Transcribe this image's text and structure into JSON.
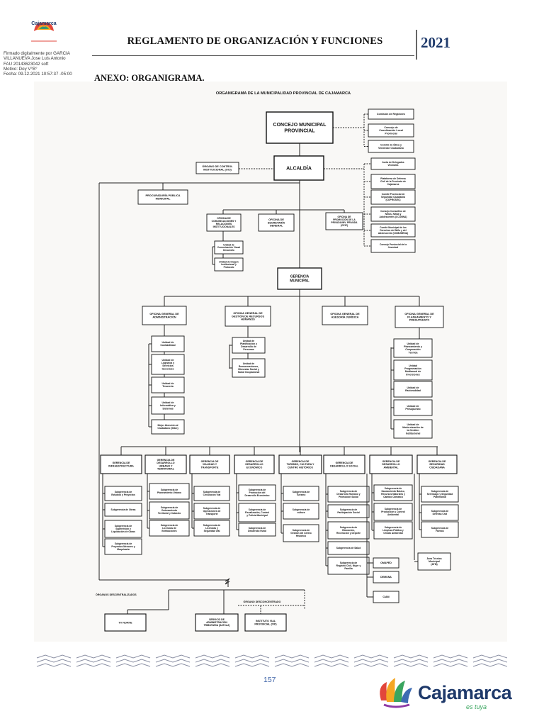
{
  "header": {
    "title": "REGLAMENTO DE ORGANIZACIÓN Y FUNCIONES",
    "year": "2021",
    "logo_text": "Cajamarca"
  },
  "signature": [
    "Firmado digitalmente por GARCIA",
    "VILLANUEVA Jose Luis Antonio",
    "FAU 20143623042 soft",
    "Motivo: Doy V°B°",
    "Fecha: 09.12.2021 10:57:37 -05:00"
  ],
  "section_title": "ANEXO: ORGANIGRAMA.",
  "diagram": {
    "title": "ORGANIGRAMA DE LA MUNICIPALIDAD PROVINCIAL DE CAJAMARCA",
    "concejo": [
      "CONCEJO MUNICIPAL",
      "PROVINCIAL"
    ],
    "comisiones": [
      [
        "Comisión de Regidores"
      ],
      [
        "Concejo de",
        "Coordinación Local",
        "Provincial"
      ],
      [
        "Comité de Ética y",
        "Vendedor Ciudadano"
      ]
    ],
    "organo_control": [
      "ÓRGANO DE CONTROL",
      "INSTITUCIONAL (OCI)"
    ],
    "alcaldia": "ALCALDÍA",
    "consejos": [
      [
        "Junta de Delegados",
        "Vecinales"
      ],
      [
        "Plataforma de Defensa",
        "Civil de la Provincia de",
        "Cajamarca"
      ],
      [
        "Comité Provincial de",
        "Seguridad Ciudadana",
        "(COPROSEC)"
      ],
      [
        "Consejo Consultivo de",
        "Niños, Niñas y",
        "Adolescentes (CCONNA)"
      ],
      [
        "Comité Municipal de los",
        "Derechos del Niño y del",
        "Adolescente (COMUDENA)"
      ],
      [
        "Consejo Provincial de la",
        "Juventud"
      ]
    ],
    "procuraduria": [
      "PROCURADURÍA PÚBLICA",
      "MUNICIPAL"
    ],
    "oficinas_alcaldia": [
      [
        "OFICINA DE",
        "COMUNICACIONES Y",
        "RELACIONES",
        "INSTITUCIONALES"
      ],
      [
        "OFICINA DE",
        "SECRETARÍA",
        "GENERAL"
      ],
      [
        "OFICINA DE",
        "PROMOCIÓN DE LA",
        "PRIVADA/INV. PRIVADA",
        "(OPIP)"
      ]
    ],
    "unidades_comunicaciones": [
      [
        "Unidad de",
        "Comunicación Visual",
        "Desarrollo"
      ],
      [
        "Unidad de Imagen",
        "Institucional y",
        "Protocolo"
      ]
    ],
    "gerencia_municipal": [
      "GERENCIA",
      "MUNICIPAL"
    ],
    "oficinas_generales": [
      [
        "OFICINA GENERAL DE",
        "ADMINISTRACIÓN"
      ],
      [
        "OFICINA GENERAL DE",
        "GESTIÓN DE RECURSOS",
        "HUMANOS"
      ],
      [
        "OFICINA GENERAL DE",
        "ASESORÍA JURÍDICA"
      ],
      [
        "OFICINA GENERAL DE",
        "PLANEAMIENTO Y",
        "PRESUPUESTO"
      ]
    ],
    "unidades_administracion": [
      [
        "Unidad de",
        "Contabilidad"
      ],
      [
        "Unidad de",
        "Logística y",
        "Servicios",
        "Generales"
      ],
      [
        "Unidad de",
        "Tesorería"
      ],
      [
        "Unidad de",
        "Informática y",
        "Sistemas"
      ],
      [
        "Mejor Atención al",
        "Ciudadano (MAC)"
      ]
    ],
    "unidades_rrhh": [
      [
        "Unidad de",
        "Planificación y",
        "Desarrollo de",
        "Personas"
      ],
      [
        "Unidad de",
        "Remuneraciones,",
        "Bienestar Social y",
        "Salud Ocupacional"
      ]
    ],
    "unidades_planeamiento": [
      [
        "Unidad de",
        "Planeamiento y",
        "Cooperación",
        "Técnica"
      ],
      [
        "Unidad",
        "Programación",
        "Multianual de",
        "Inversiones"
      ],
      [
        "Unidad de",
        "Racionalidad"
      ],
      [
        "Unidad de",
        "Presupuesto"
      ],
      [
        "Unidad de",
        "Modernización de",
        "la Gestión",
        "Institucional"
      ]
    ],
    "gerencias_linea": [
      [
        "GERENCIA DE",
        "INFRAESTRUCTURA"
      ],
      [
        "GERENCIA DE",
        "DESARROLLO",
        "URBANO Y",
        "TERRITORIAL"
      ],
      [
        "GERENCIA DE",
        "VIALIDAD Y",
        "TRANSPORTE"
      ],
      [
        "GERENCIA DE",
        "DESARROLLO",
        "ECONÓMICO"
      ],
      [
        "GERENCIA DE",
        "TURISMO, CULTURA Y",
        "CENTRO HISTÓRICO"
      ],
      [
        "GERENCIA DE",
        "DESARROLLO SOCIAL"
      ],
      [
        "GERENCIA DE",
        "DESARROLLO",
        "AMBIENTAL"
      ],
      [
        "GERENCIA DE",
        "SEGURIDAD",
        "CIUDADANA"
      ]
    ],
    "subgerencias": [
      [
        [
          "Subgerencia de",
          "Estudios y Proyectos"
        ],
        [
          "Subgerencia de Obras"
        ],
        [
          "Subgerencia de",
          "Supervisión y",
          "Liquidación de Obras"
        ],
        [
          "Subgerencia de",
          "Proyectos Menores y",
          "Maquinaria"
        ]
      ],
      [
        [
          "Subgerencia de",
          "Planeamiento Urbano"
        ],
        [
          "Subgerencia de",
          "Ordenamiento",
          "Territorial y Catastro"
        ],
        [
          "Subgerencia de",
          "Licencias de",
          "Edificaciones"
        ]
      ],
      [
        [
          "Subgerencia de",
          "Circulación Vial"
        ],
        [
          "Subgerencia de",
          "Operaciones de",
          "Transporte"
        ],
        [
          "Subgerencia de",
          "Licencias y",
          "Seguridad Vial"
        ]
      ],
      [
        [
          "Subgerencia de",
          "Promoción del",
          "Desarrollo Económico"
        ],
        [
          "Subgerencia de",
          "Fiscalización, Control",
          "y Policía Municipal"
        ],
        [
          "Subgerencia de",
          "Desarrollo Rural"
        ]
      ],
      [
        [
          "Subgerencia de",
          "Turismo"
        ],
        [
          "Subgerencia de",
          "cultura"
        ],
        [
          "Subgerencia de",
          "Gestión del Centro",
          "Histórico"
        ]
      ],
      [
        [
          "Subgerencia de",
          "Desarrollo Humano y",
          "Promoción Social"
        ],
        [
          "Subgerencia de",
          "Participación Social"
        ],
        [
          "Subgerencia de",
          "Educación,",
          "Recreación y Deporte"
        ],
        [
          "Subgerencia de Salud"
        ],
        [
          "Subgerencia de",
          "Registro Civil, Mujer y",
          "Familia"
        ]
      ],
      [
        [
          "Subgerencia de",
          "Saneamiento Básico,",
          "Recursos Naturales y",
          "Cambio Climático"
        ],
        [
          "Subgerencia de",
          "Producción y Control",
          "Ambiental"
        ],
        [
          "Subgerencia de",
          "Limpieza Pública y",
          "Ornato Ambiental"
        ]
      ],
      [
        [
          "Subgerencia de",
          "Serenazgo y Seguridad",
          "Patrimonial"
        ],
        [
          "Subgerencia de",
          "Defensa Civil"
        ],
        [
          "Subgerencia de",
          "Hornos"
        ]
      ]
    ],
    "programas_social": [
      "OMAPED",
      "DEMUNA",
      "CIAM"
    ],
    "area_ambiental": [
      "Área Técnica",
      "Municipal",
      "(ATM)"
    ],
    "organos_descentralizados": "ÓRGANOS DESCENTRALIZADOS",
    "organo_desconcentrado": "ÓRGANO DESCONCENTRADO",
    "entidades": [
      [
        "TV NORTE"
      ],
      [
        "SERVICIO DE",
        "ADMINISTRACIÓN",
        "TRIBUTARIA (SATCAJ)"
      ],
      [
        "INSTITUTO VIAL",
        "PROVINCIAL (IVP)"
      ]
    ]
  },
  "page_number": "157",
  "footer_logo": {
    "name": "Cajamarca",
    "tagline": "es tuya"
  },
  "colors": {
    "year": "#1f3a6b",
    "page_number": "#3e63a8",
    "logo_brand": "#1f3a6b"
  }
}
